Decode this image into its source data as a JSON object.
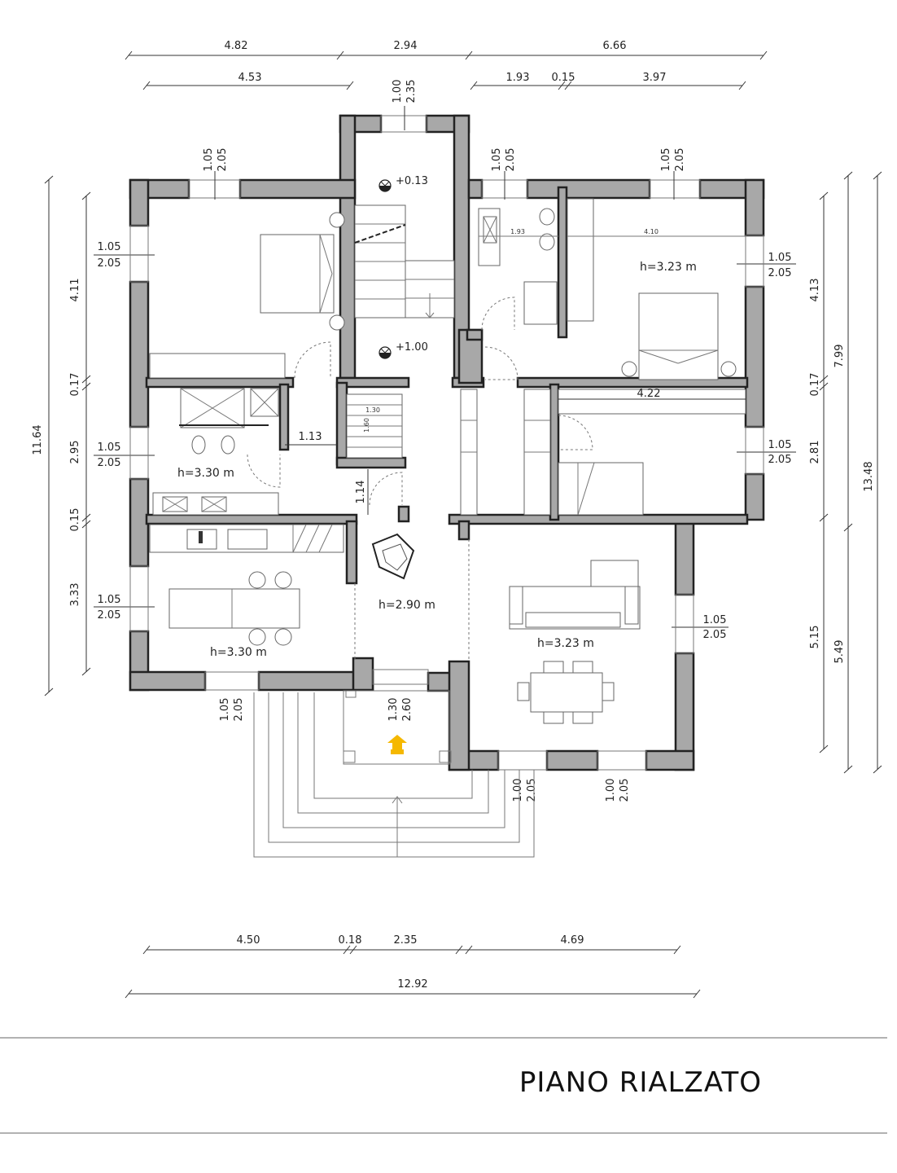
{
  "plan": {
    "title": "PIANO RIALZATO",
    "accent_color": "#f5b800",
    "dims_top_row1": [
      "4.82",
      "2.94",
      "6.66"
    ],
    "dims_top_row2": [
      "4.53",
      "1.93",
      "0.15",
      "3.97"
    ],
    "dims_bottom_row1": [
      "4.50",
      "0.18",
      "2.35",
      "4.69"
    ],
    "dims_bottom_total": "12.92",
    "dims_left_outer": "11.64",
    "dims_left_inner": [
      "4.11",
      "0.17",
      "2.95",
      "0.15",
      "3.33"
    ],
    "dims_right_inner": [
      "4.13",
      "0.17",
      "2.81",
      "5.15"
    ],
    "dims_right_mid": [
      "7.99",
      "5.49"
    ],
    "dims_right_outer": "13.48",
    "window_labels": [
      {
        "a": "1.05",
        "b": "2.05"
      },
      {
        "a": "1.00",
        "b": "2.35"
      },
      {
        "a": "1.30",
        "b": "2.60"
      },
      {
        "a": "1.00",
        "b": "2.05"
      }
    ],
    "interior_dims": [
      "1.93",
      "4.10",
      "4.22",
      "1.13",
      "1.14",
      "1.30",
      "1.60"
    ],
    "levels": [
      "+0.13",
      "+1.00"
    ],
    "rooms": [
      {
        "name": "bedroom-right",
        "height": "h=3.23 m"
      },
      {
        "name": "bathroom-left",
        "height": "h=3.30 m"
      },
      {
        "name": "kitchen",
        "height": "h=3.30 m"
      },
      {
        "name": "hall",
        "height": "h=2.90 m"
      },
      {
        "name": "living",
        "height": "h=3.23 m"
      }
    ]
  }
}
